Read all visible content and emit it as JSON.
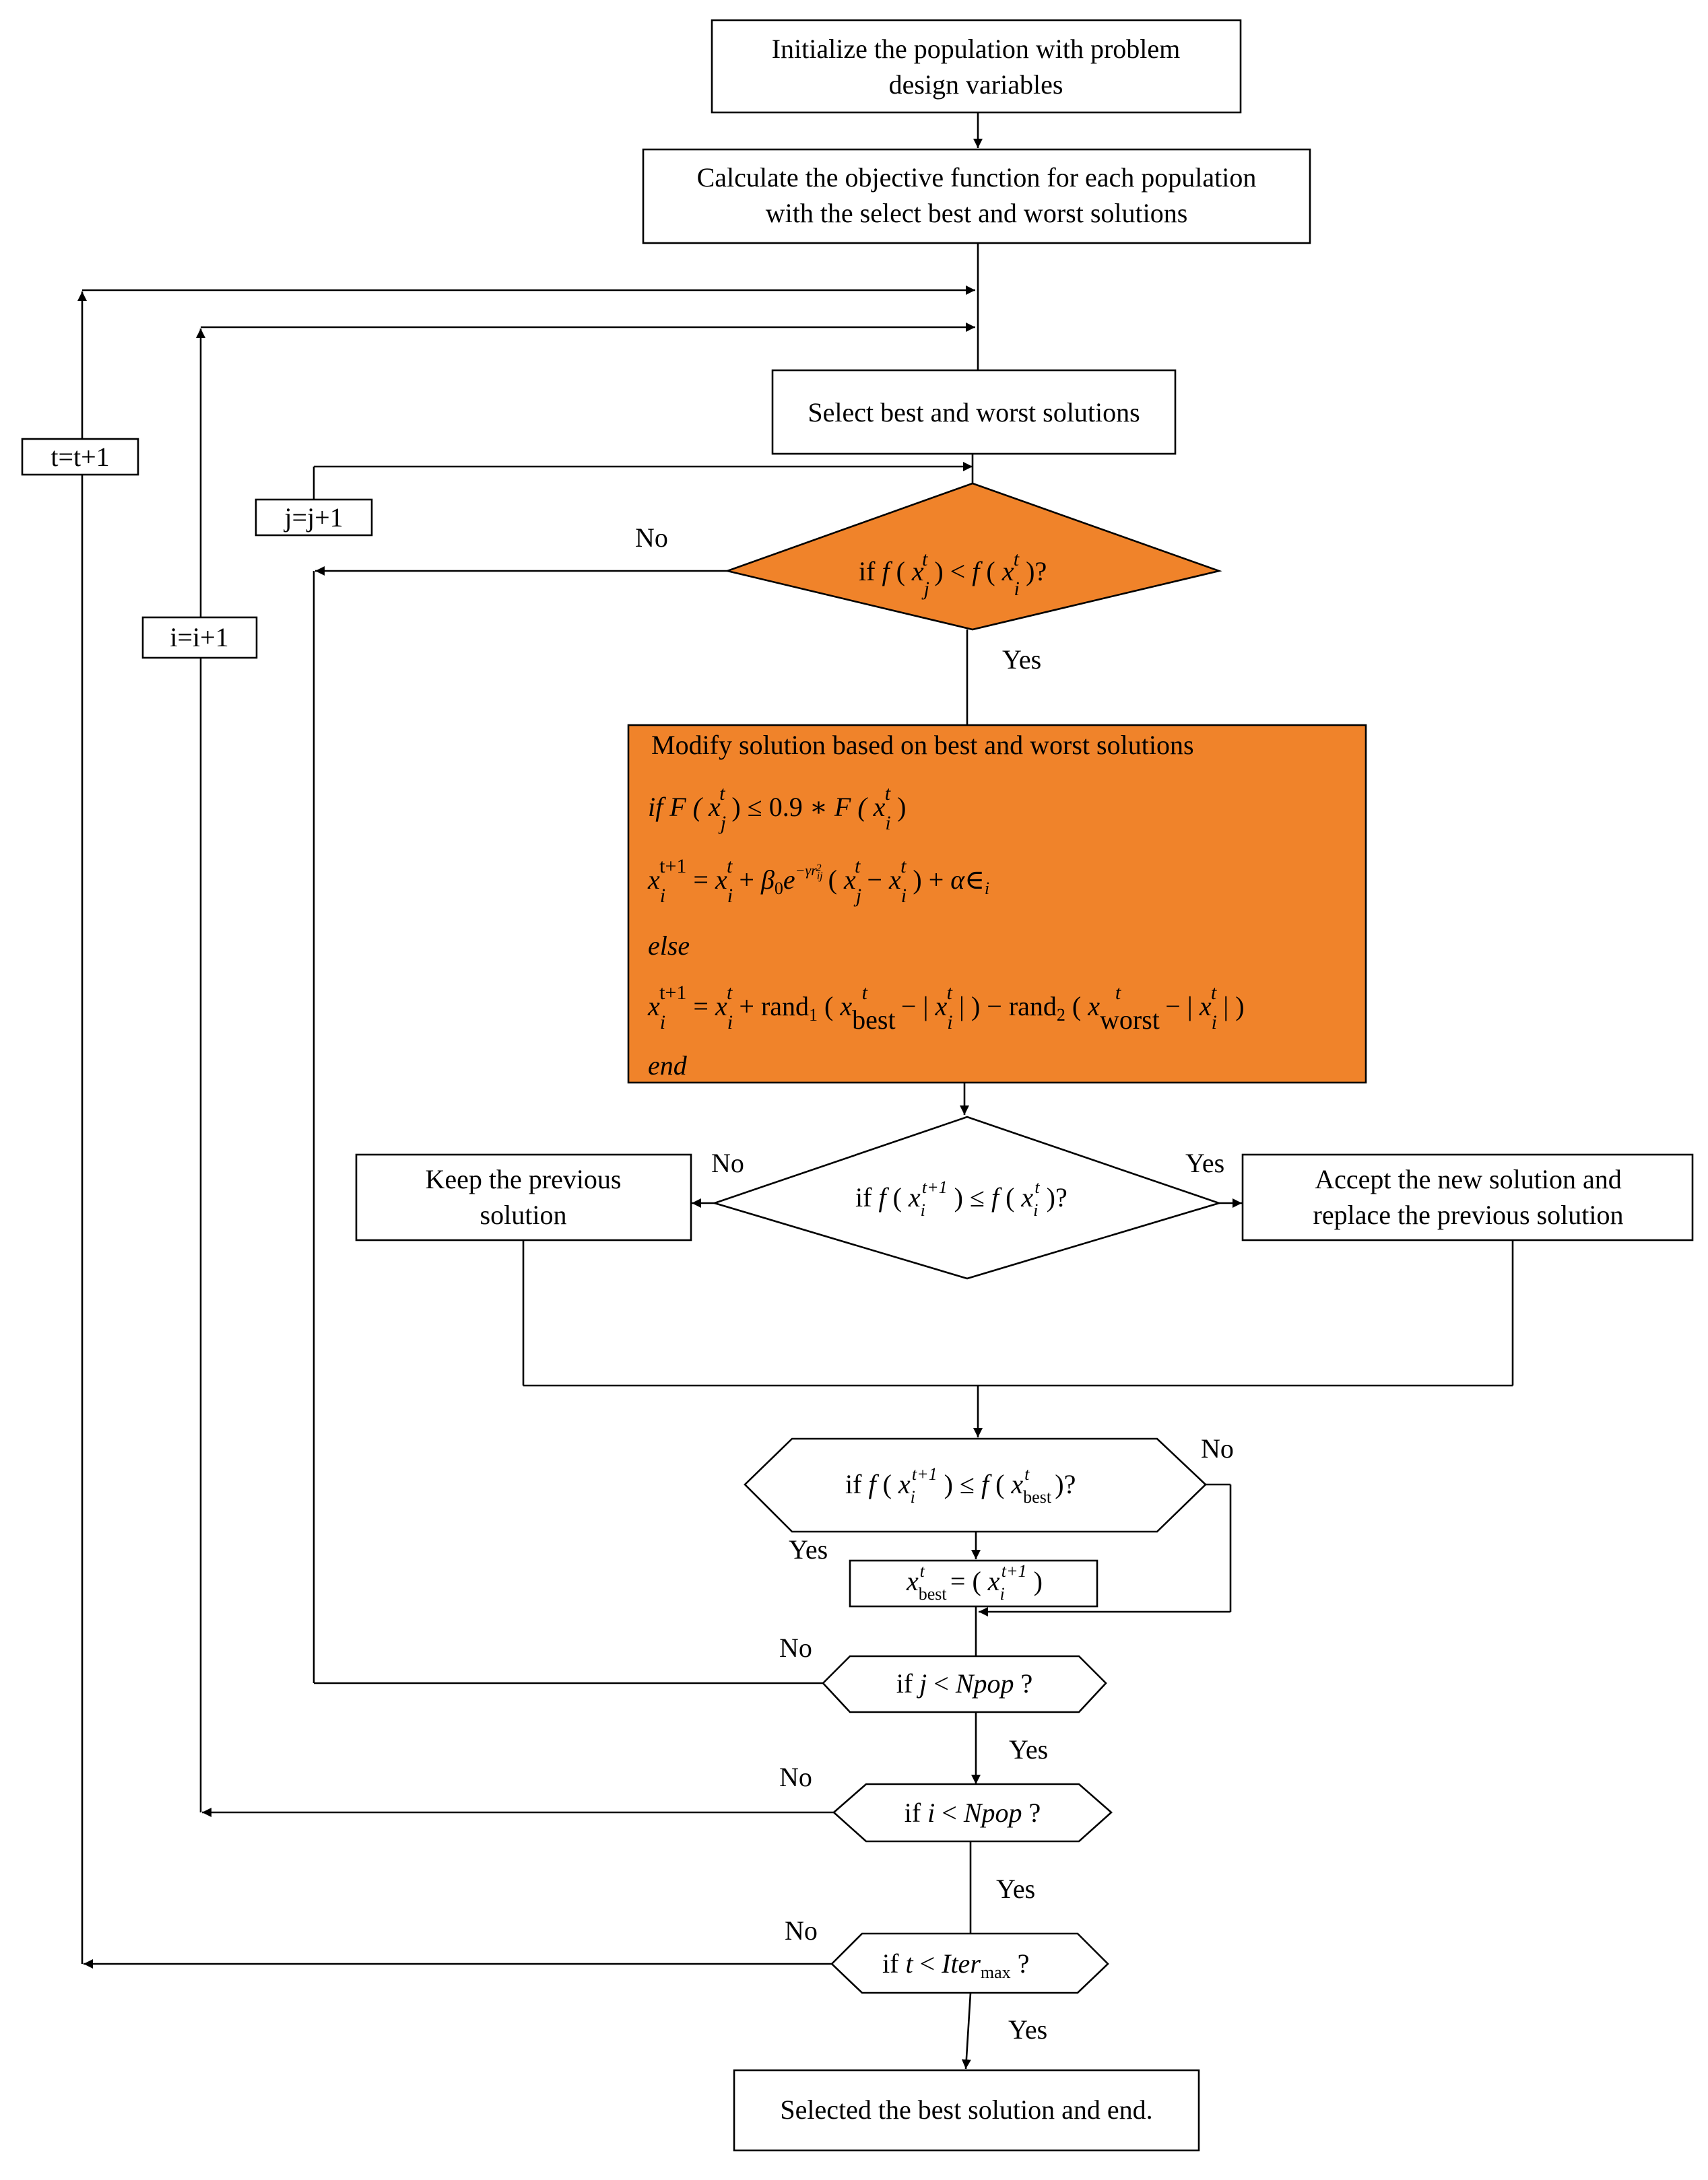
{
  "colors": {
    "accent_orange": "#F0832A",
    "line": "#000000",
    "background": "#FFFFFF"
  },
  "boxes": {
    "init": [
      "Initialize the population with problem",
      "design variables"
    ],
    "calc": [
      "Calculate the objective function for each population",
      "with the select best and worst solutions"
    ],
    "select": "Select best and worst solutions",
    "keep": [
      "Keep the previous",
      "solution"
    ],
    "accept": [
      "Accept the new solution and",
      "replace the previous solution"
    ],
    "end": "Selected the best solution and end."
  },
  "counters": {
    "t": "t=t+1",
    "i": "i=i+1",
    "j": "j=j+1"
  },
  "modify_box": {
    "title": "Modify solution based on best and worst solutions",
    "line1": "if  F(x_j^t) ≤ 0.9 * F(x_i^t)",
    "line2": "x_i^(t+1) = x_i^t + β0 e^(−γ r_ij^2) (x_j^t − x_i^t) + α ∈_i",
    "line3": "else",
    "line4": "x_i^(t+1) = x_i^t + rand1 (x_best^t − |x_i^t|) − rand2 (x_worst^t − |x_i^t|)",
    "line5": "end"
  },
  "decisions": {
    "compare": "if f (x_j^t) < f (x_i^t)?",
    "accept_new": "if f (x_i^(t+1)) ≤ f (x_i^t)?",
    "best_update": "if f (x_i^(t+1)) ≤ f (x_best^t)?",
    "best_assign": "x_best^t = (x_i^(t+1))",
    "j_loop": "if j < Npop ?",
    "i_loop": "if i < Npop ?",
    "t_loop": "if t < Iter_max ?"
  },
  "labels": {
    "yes": "Yes",
    "no": "No"
  }
}
